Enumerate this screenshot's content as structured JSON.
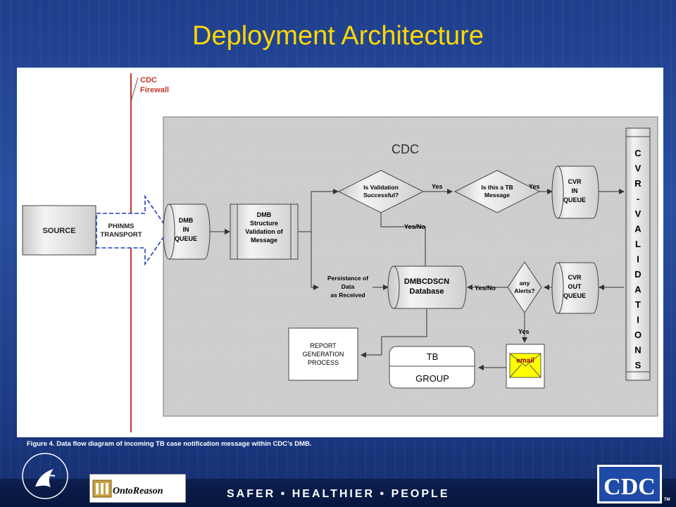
{
  "slide": {
    "title": "Deployment Architecture",
    "caption": "Figure 4. Data flow diagram of incoming TB case notification message within CDC’s DMB.",
    "tagline": "SAFER • HEALTHIER • PEOPLE",
    "tm": "TM"
  },
  "logos": {
    "ontoreason": "OntoReason",
    "cdc": "CDC"
  },
  "diagram": {
    "firewall": [
      "CDC",
      "Firewall"
    ],
    "cdc_label": "CDC",
    "source": "SOURCE",
    "phinms": [
      "PHINMS",
      "TRANSPORT"
    ],
    "dmb_queue": [
      "DMB",
      "IN",
      "QUEUE"
    ],
    "dmb_structure": [
      "DMB",
      "Structure",
      "Validation of",
      "Message"
    ],
    "is_validation": [
      "Is Validation",
      "Successful?"
    ],
    "is_tb": [
      "Is this a TB",
      "Message"
    ],
    "cvr_in": [
      "CVR",
      "IN",
      "QUEUE"
    ],
    "cvr_validations": [
      "C",
      "V",
      "R",
      "-",
      "V",
      "A",
      "L",
      "I",
      "D",
      "A",
      "T",
      "I",
      "O",
      "N",
      "S"
    ],
    "yes1": "Yes",
    "yes2": "Yes",
    "yes_no1": "Yes/No",
    "persistance": [
      "Persistance of",
      "Data",
      "as Received"
    ],
    "database": [
      "DMBCDSCN",
      "Database"
    ],
    "yes_no2": "Yes/No",
    "any_alerts": [
      "any",
      "Alerts?"
    ],
    "cvr_out": [
      "CVR",
      "OUT",
      "QUEUE"
    ],
    "yes3": "Yes",
    "report": [
      "REPORT",
      "GENERATION",
      "PROCESS"
    ],
    "tb_group": [
      "TB",
      "GROUP"
    ],
    "email": "email"
  },
  "colors": {
    "title": "#ffd700",
    "background": "#2a4fa0",
    "firewall": "#c0392b",
    "transport": "#2040c0",
    "email": "#ffff00"
  }
}
